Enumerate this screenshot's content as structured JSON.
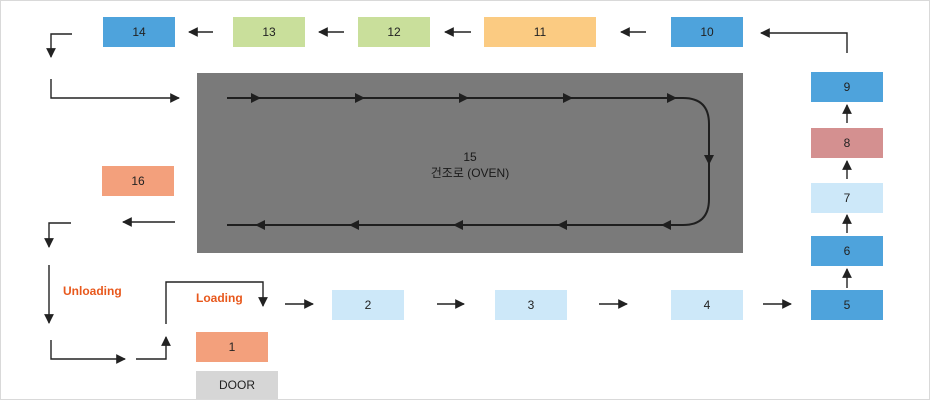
{
  "stations": {
    "s1": "1",
    "s2": "2",
    "s3": "3",
    "s4": "4",
    "s5": "5",
    "s6": "6",
    "s7": "7",
    "s8": "8",
    "s9": "9",
    "s10": "10",
    "s11": "11",
    "s12": "12",
    "s13": "13",
    "s14": "14",
    "s16": "16"
  },
  "oven": {
    "number": "15",
    "name": "건조로 (OVEN)"
  },
  "labels": {
    "door": "DOOR",
    "loading": "Loading",
    "unloading": "Unloading"
  },
  "colors": {
    "blue": "#4ea3dc",
    "light_blue": "#cde8f9",
    "green": "#c9df9b",
    "orange": "#fbcb82",
    "salmon": "#f3a07c",
    "rose": "#d49090",
    "gray": "#d6d6d6",
    "oven": "#7a7a7a",
    "tag": "#e8581c"
  }
}
